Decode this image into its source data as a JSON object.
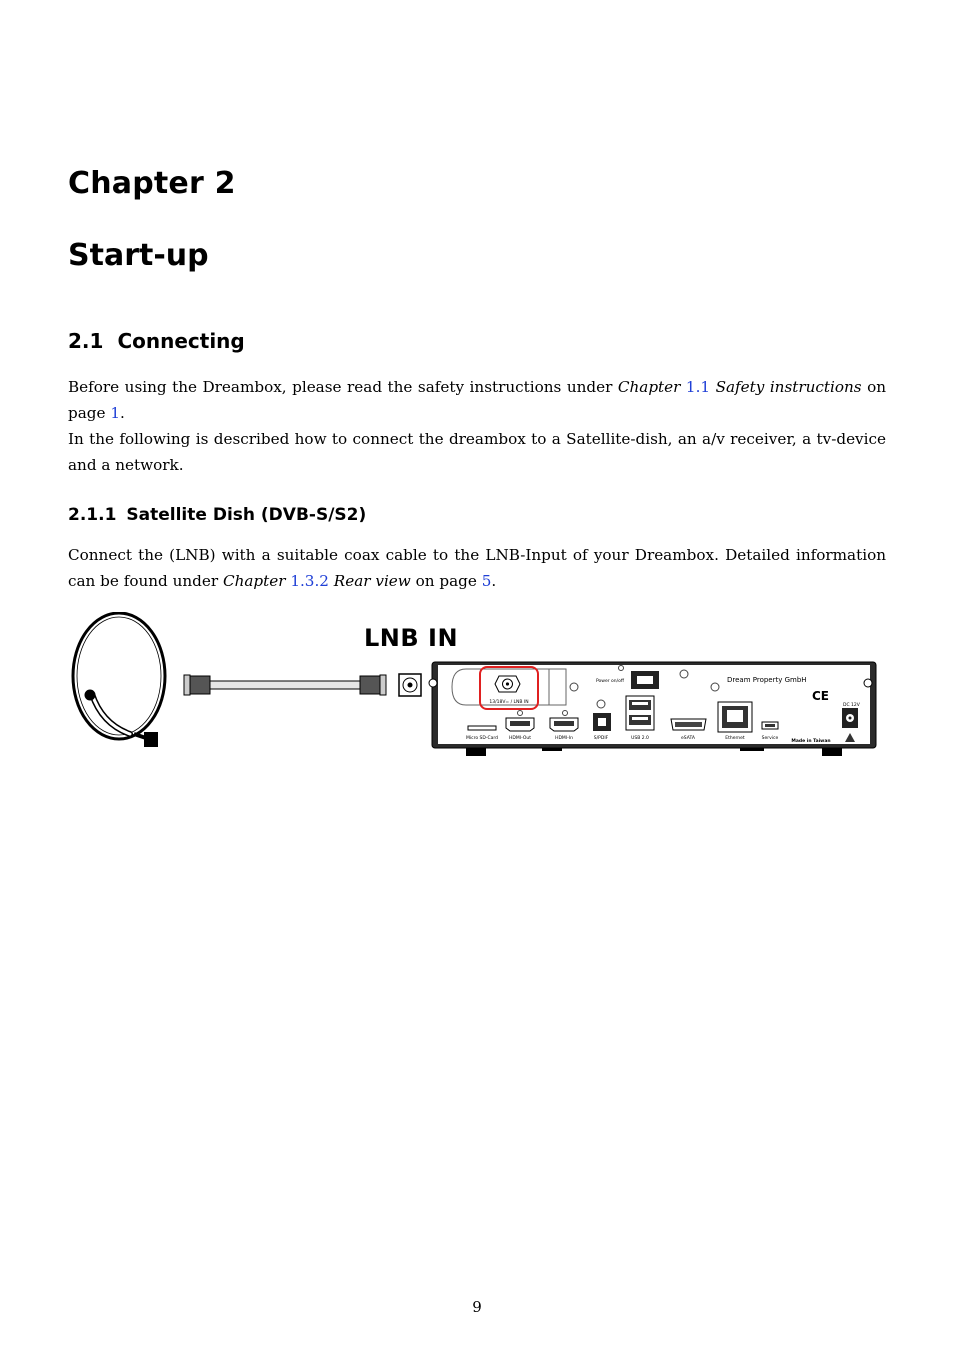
{
  "chapter": {
    "label": "Chapter 2",
    "title": "Start-up"
  },
  "section": {
    "number": "2.1",
    "title": "Connecting"
  },
  "intro": {
    "p1_a": "Before using the Dreambox, please read the safety instructions under ",
    "p1_chapter": "Chapter",
    "p1_ref": "1.1",
    "p1_title": "Safety instructions",
    "p1_b": " on page ",
    "p1_page": "1",
    "p1_end": ".",
    "p2": "In the following is described how to connect the dreambox to a Satellite-dish, an a/v receiver, a tv-device and a network."
  },
  "subsection": {
    "number": "2.1.1",
    "title": "Satellite Dish (DVB-S/S2)"
  },
  "satellite": {
    "a": "Connect the (LNB) with a suitable coax cable to the LNB-Input of your Dreambox. Detailed information can be found under ",
    "chapter": "Chapter",
    "ref": "1.3.2",
    "title": "Rear view",
    "b": " on page ",
    "page": "5",
    "end": "."
  },
  "figure": {
    "caption": "LNB IN",
    "lnb_port_label": "13/18V= / LNB IN",
    "power_label": "Power on/off",
    "brand": "Dream Property GmbH",
    "ce_mark": "CE",
    "dc_label": "DC 12V",
    "ports": [
      "Micro SD-Card",
      "HDMI-Out",
      "HDMI-In",
      "S/PDIF",
      "USB 2.0",
      "eSATA",
      "Ethernet",
      "Service"
    ],
    "made_in": "Made in Taiwan",
    "warning_icon": "warning-triangle-icon"
  },
  "page_number": "9"
}
